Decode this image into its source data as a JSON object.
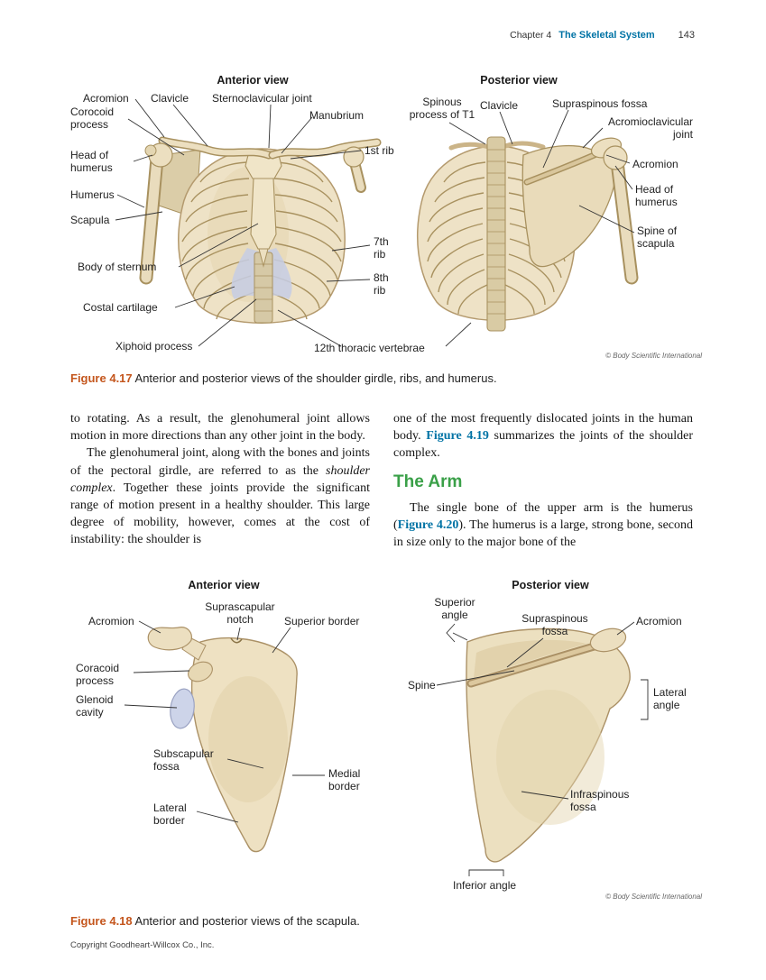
{
  "header": {
    "chapter": "Chapter 4",
    "section": "The Skeletal System",
    "page": "143"
  },
  "fig417": {
    "anterior_title": "Anterior view",
    "posterior_title": "Posterior view",
    "labels": {
      "acromion": "Acromion",
      "clavicle": "Clavicle",
      "sternoclavicular_joint": "Sternoclavicular joint",
      "manubrium": "Manubrium",
      "corocoid_process": "Corocoid process",
      "head_of_humerus": "Head of humerus",
      "humerus": "Humerus",
      "scapula": "Scapula",
      "body_of_sternum": "Body of sternum",
      "costal_cartilage": "Costal cartilage",
      "xiphoid_process": "Xiphoid process",
      "first_rib": "1st rib",
      "seventh_rib": "7th rib",
      "eighth_rib": "8th rib",
      "twelfth_thoracic": "12th thoracic vertebrae",
      "spinous_process_t1": "Spinous process of T1",
      "p_clavicle": "Clavicle",
      "supraspinous_fossa": "Supraspinous fossa",
      "acromioclavicular_joint": "Acromioclavicular joint",
      "p_acromion": "Acromion",
      "p_head_of_humerus": "Head of humerus",
      "spine_of_scapula": "Spine of scapula"
    },
    "credit": "© Body Scientific International",
    "caption_label": "Figure 4.17",
    "caption_text": " Anterior and posterior views of the shoulder girdle, ribs, and humerus."
  },
  "body": {
    "col1_p1": "to rotating. As a result, the glenohumeral joint allows motion in more directions than any other joint in the body.",
    "col1_p2_pre": "The glenohumeral joint, along with the bones and joints of the pectoral girdle, are referred to as the ",
    "col1_p2_italic": "shoulder complex",
    "col1_p2_post": ". Together these joints provide the significant range of motion present in a healthy shoulder. This large degree of mobility, however, comes at the cost of instability: the shoulder is",
    "col2_p1_pre": "one of the most frequently dislocated joints in the human body. ",
    "col2_p1_ref": "Figure 4.19",
    "col2_p1_post": " summarizes the joints of the shoulder complex.",
    "arm_heading": "The Arm",
    "col2_p2_pre": "The single bone of the upper arm is the humerus (",
    "col2_p2_ref": "Figure 4.20",
    "col2_p2_post": "). The humerus is a large, strong bone, second in size only to the major bone of the"
  },
  "fig418": {
    "anterior_title": "Anterior view",
    "posterior_title": "Posterior view",
    "labels": {
      "acromion": "Acromion",
      "suprascapular_notch": "Suprascapular notch",
      "superior_border": "Superior border",
      "coracoid_process": "Coracoid process",
      "glenoid_cavity": "Glenoid cavity",
      "subscapular_fossa": "Subscapular fossa",
      "medial_border": "Medial border",
      "lateral_border": "Lateral border",
      "superior_angle": "Superior angle",
      "supraspinous_fossa": "Supraspinous fossa",
      "p_acromion": "Acromion",
      "spine": "Spine",
      "lateral_angle": "Lateral angle",
      "infraspinous_fossa": "Infraspinous fossa",
      "inferior_angle": "Inferior angle"
    },
    "credit": "© Body Scientific International",
    "caption_label": "Figure 4.18",
    "caption_text": " Anterior and posterior views of the scapula."
  },
  "footer": {
    "copyright": "Copyright Goodheart-Willcox Co., Inc."
  }
}
